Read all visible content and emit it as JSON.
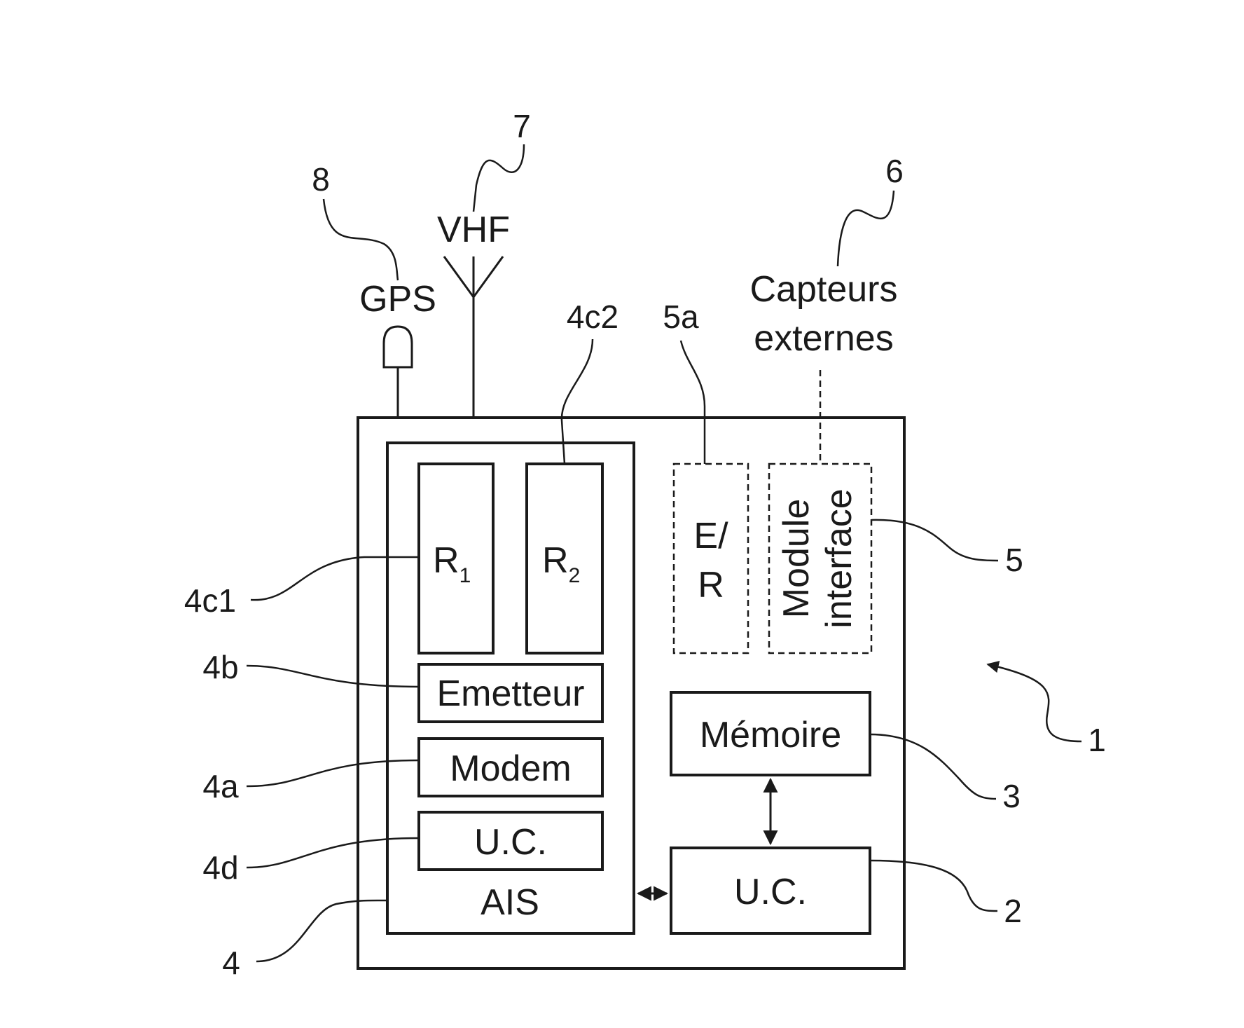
{
  "labels": {
    "gps": "GPS",
    "vhf": "VHF",
    "external_sensors_line1": "Capteurs",
    "external_sensors_line2": "externes",
    "r1": "R",
    "r1_sub": "1",
    "r2": "R",
    "r2_sub": "2",
    "er_line1": "E/",
    "er_line2": "R",
    "module_line1": "Module",
    "module_line2": "interface",
    "emitter": "Emetteur",
    "modem": "Modem",
    "cpu_ais": "U.C.",
    "ais": "AIS",
    "memory": "Mémoire",
    "cpu_main": "U.C."
  },
  "refs": {
    "r8": "8",
    "r7": "7",
    "r6": "6",
    "r4c2": "4c2",
    "r5a": "5a",
    "r4c1": "4c1",
    "r5": "5",
    "r4b": "4b",
    "r1": "1",
    "r4a": "4a",
    "r3": "3",
    "r4d": "4d",
    "r2": "2",
    "r4": "4"
  }
}
